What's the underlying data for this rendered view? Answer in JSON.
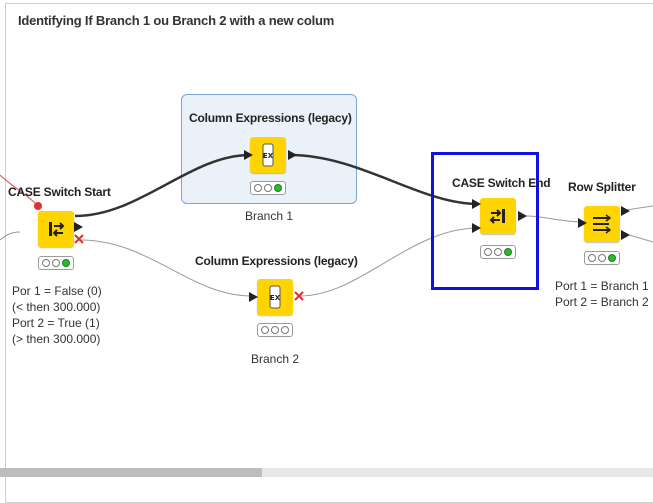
{
  "workflow": {
    "title": "Identifying If Branch 1 ou Branch 2 with a new colum"
  },
  "nodes": {
    "case_switch_start": {
      "name": "CASE Switch Start",
      "icon": "case-switch-start-icon",
      "lights": [
        "off",
        "off",
        "green"
      ],
      "description": [
        "Por 1 = False (0)",
        "(< then 300.000)",
        "Port 2 = True (1)",
        "(> then 300.000)"
      ]
    },
    "column_expressions_1": {
      "name": "Column Expressions (legacy)",
      "icon": "column-expressions-icon",
      "icon_text": "EX",
      "lights": [
        "off",
        "off",
        "green"
      ],
      "description": "Branch 1"
    },
    "column_expressions_2": {
      "name": "Column Expressions (legacy)",
      "icon": "column-expressions-icon",
      "icon_text": "EX",
      "lights": [
        "off",
        "off",
        "off"
      ],
      "description": "Branch 2"
    },
    "case_switch_end": {
      "name": "CASE Switch End",
      "icon": "case-switch-end-icon",
      "lights": [
        "off",
        "off",
        "green"
      ]
    },
    "row_splitter": {
      "name": "Row Splitter",
      "icon": "row-splitter-icon",
      "lights": [
        "off",
        "off",
        "green"
      ],
      "description": [
        "Port 1 = Branch 1",
        "Port 2 = Branch 2"
      ]
    }
  },
  "colors": {
    "node_fill": "#ffd400",
    "annotation_fill": "#eaf1f8",
    "annotation_border": "#7aa6d0",
    "selection_border": "#1010e0",
    "inactive_port": "#e03030",
    "active_connection": "#333333",
    "inactive_connection": "#9a9a9a"
  }
}
